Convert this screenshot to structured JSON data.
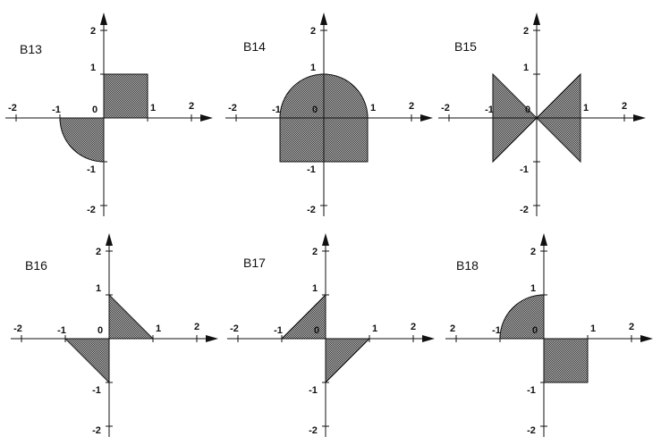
{
  "colors": {
    "region_fill": "#7a7a7a",
    "stroke": "#111111",
    "background": "#ffffff"
  },
  "panels": [
    {
      "label": "B13",
      "ticks": {
        "x_neg2": "-2",
        "x_neg1": "-1",
        "origin": "0",
        "x_pos1": "1",
        "x_pos2": "2",
        "y_pos2": "2",
        "y_pos1": "1",
        "y_neg1": "-1",
        "y_neg2": "-2"
      },
      "regions": [
        {
          "shape": "rect",
          "x": [
            0,
            1
          ],
          "y": [
            0,
            1
          ]
        },
        {
          "shape": "quarter-disk",
          "center": [
            0,
            0
          ],
          "r": 1,
          "quadrant": "III"
        }
      ]
    },
    {
      "label": "B14",
      "ticks": {
        "x_neg2": "-2",
        "x_neg1": "-1",
        "origin": "0",
        "x_pos1": "1",
        "x_pos2": "2",
        "y_pos2": "2",
        "y_pos1": "1",
        "y_neg1": "-1",
        "y_neg2": "-2"
      },
      "regions": [
        {
          "shape": "half-disk",
          "center": [
            0,
            0
          ],
          "r": 1,
          "side": "upper"
        },
        {
          "shape": "rect",
          "x": [
            -1,
            1
          ],
          "y": [
            -1,
            0
          ]
        }
      ]
    },
    {
      "label": "B15",
      "ticks": {
        "x_neg2": "-2",
        "x_neg1": "-1",
        "origin": "0",
        "x_pos1": "1",
        "x_pos2": "2",
        "y_pos2": "2",
        "y_pos1": "1",
        "y_neg1": "-1",
        "y_neg2": "-2"
      },
      "regions": [
        {
          "shape": "triangle",
          "points": [
            [
              0,
              0
            ],
            [
              -1,
              1
            ],
            [
              -1,
              -1
            ]
          ]
        },
        {
          "shape": "triangle",
          "points": [
            [
              0,
              0
            ],
            [
              1,
              1
            ],
            [
              1,
              -1
            ]
          ]
        }
      ]
    },
    {
      "label": "B16",
      "ticks": {
        "x_neg2": "-2",
        "x_neg1": "-1",
        "origin": "0",
        "x_pos1": "1",
        "x_pos2": "2",
        "y_pos2": "2",
        "y_pos1": "1",
        "y_neg1": "-1",
        "y_neg2": "-2"
      },
      "regions": [
        {
          "shape": "triangle",
          "points": [
            [
              0,
              0
            ],
            [
              0,
              1
            ],
            [
              1,
              0
            ]
          ]
        },
        {
          "shape": "triangle",
          "points": [
            [
              0,
              0
            ],
            [
              -1,
              0
            ],
            [
              0,
              -1
            ]
          ]
        }
      ]
    },
    {
      "label": "B17",
      "ticks": {
        "x_neg2": "-2",
        "x_neg1": "-1",
        "origin": "0",
        "x_pos1": "1",
        "x_pos2": "2",
        "y_pos2": "2",
        "y_pos1": "1",
        "y_neg1": "-1",
        "y_neg2": "-2"
      },
      "regions": [
        {
          "shape": "triangle",
          "points": [
            [
              0,
              0
            ],
            [
              -1,
              0
            ],
            [
              0,
              1
            ]
          ]
        },
        {
          "shape": "triangle",
          "points": [
            [
              0,
              0
            ],
            [
              1,
              0
            ],
            [
              0,
              -1
            ]
          ]
        }
      ]
    },
    {
      "label": "B18",
      "ticks": {
        "x_neg2": "2",
        "x_neg1": "-1",
        "origin": "0",
        "x_pos1": "1",
        "x_pos2": "2",
        "y_pos2": "2",
        "y_pos1": "1",
        "y_neg1": "-1",
        "y_neg2": "-2"
      },
      "regions": [
        {
          "shape": "quarter-disk",
          "center": [
            0,
            0
          ],
          "r": 1,
          "quadrant": "II"
        },
        {
          "shape": "rect",
          "x": [
            0,
            1
          ],
          "y": [
            -1,
            0
          ]
        }
      ]
    }
  ]
}
